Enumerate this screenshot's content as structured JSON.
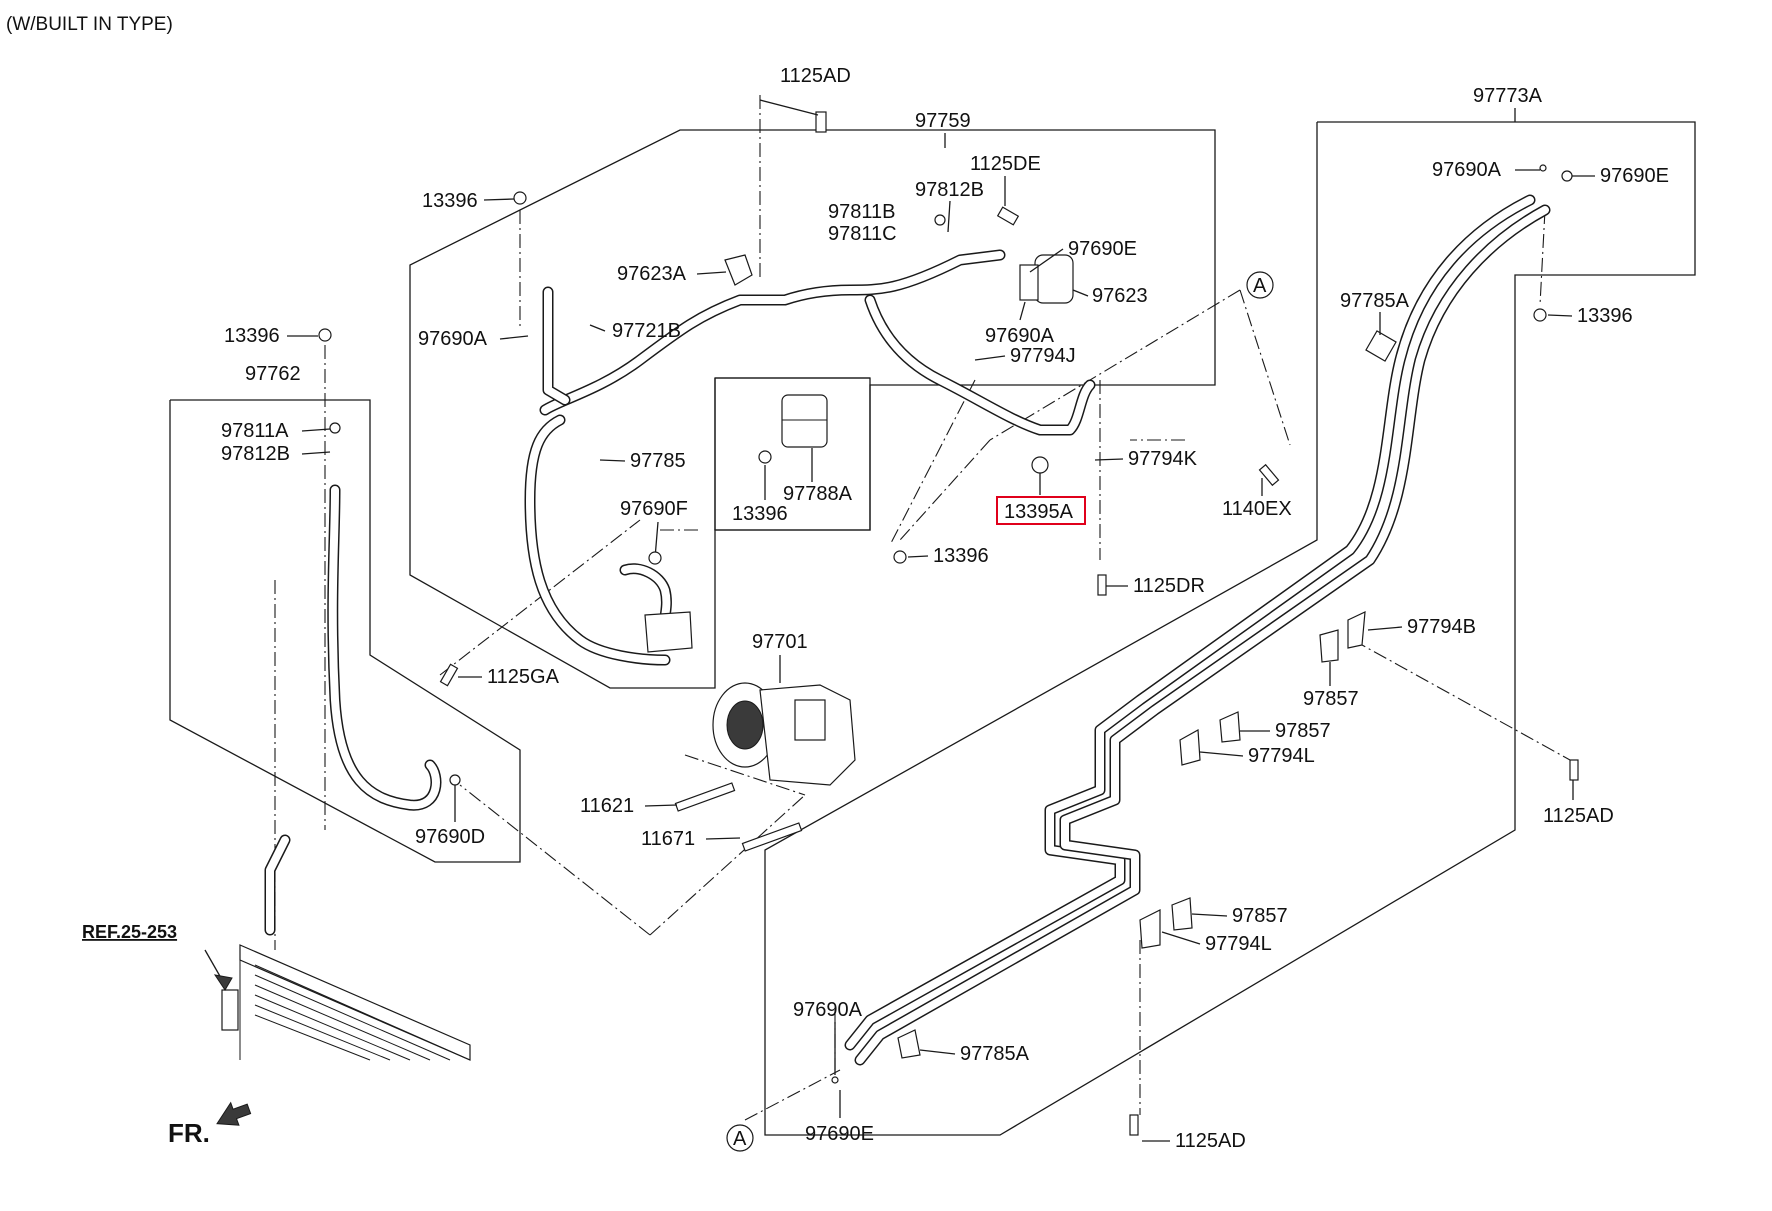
{
  "header_note": "(W/BUILT IN TYPE)",
  "reference": "REF.25-253",
  "direction_marker": "FR.",
  "connector_mark": "A",
  "highlight_color": "#e0001b",
  "labels": {
    "p1125AD_top": "1125AD",
    "p97759": "97759",
    "p1125DE": "1125DE",
    "p97812B_top": "97812B",
    "p97811B": "97811B",
    "p97811C": "97811C",
    "p97690E_top": "97690E",
    "p97623A": "97623A",
    "p97623": "97623",
    "p13396_a": "13396",
    "p97690A_left": "97690A",
    "p97721B": "97721B",
    "p97690A_mid": "97690A",
    "p97794J": "97794J",
    "p97785": "97785",
    "p97788A": "97788A",
    "p13396_b": "13396",
    "p97794K": "97794K",
    "p13395A": "13395A",
    "p1140EX": "1140EX",
    "p97690F": "97690F",
    "p13396_c": "13396",
    "p1125DR": "1125DR",
    "p1125GA": "1125GA",
    "p97701": "97701",
    "p11621": "11621",
    "p11671": "11671",
    "p13396_d": "13396",
    "p97762": "97762",
    "p97811A": "97811A",
    "p97812B_left": "97812B",
    "p97690D": "97690D",
    "p97773A": "97773A",
    "p97690A_right": "97690A",
    "p97690E_right": "97690E",
    "p97785A_top": "97785A",
    "p13396_e": "13396",
    "p97794B": "97794B",
    "p97857_a": "97857",
    "p97857_b": "97857",
    "p97794L_a": "97794L",
    "p1125AD_right": "1125AD",
    "p97857_c": "97857",
    "p97794L_b": "97794L",
    "p97690A_bottom": "97690A",
    "p97785A_bottom": "97785A",
    "p97690E_bottom": "97690E",
    "p1125AD_bottom": "1125AD"
  }
}
